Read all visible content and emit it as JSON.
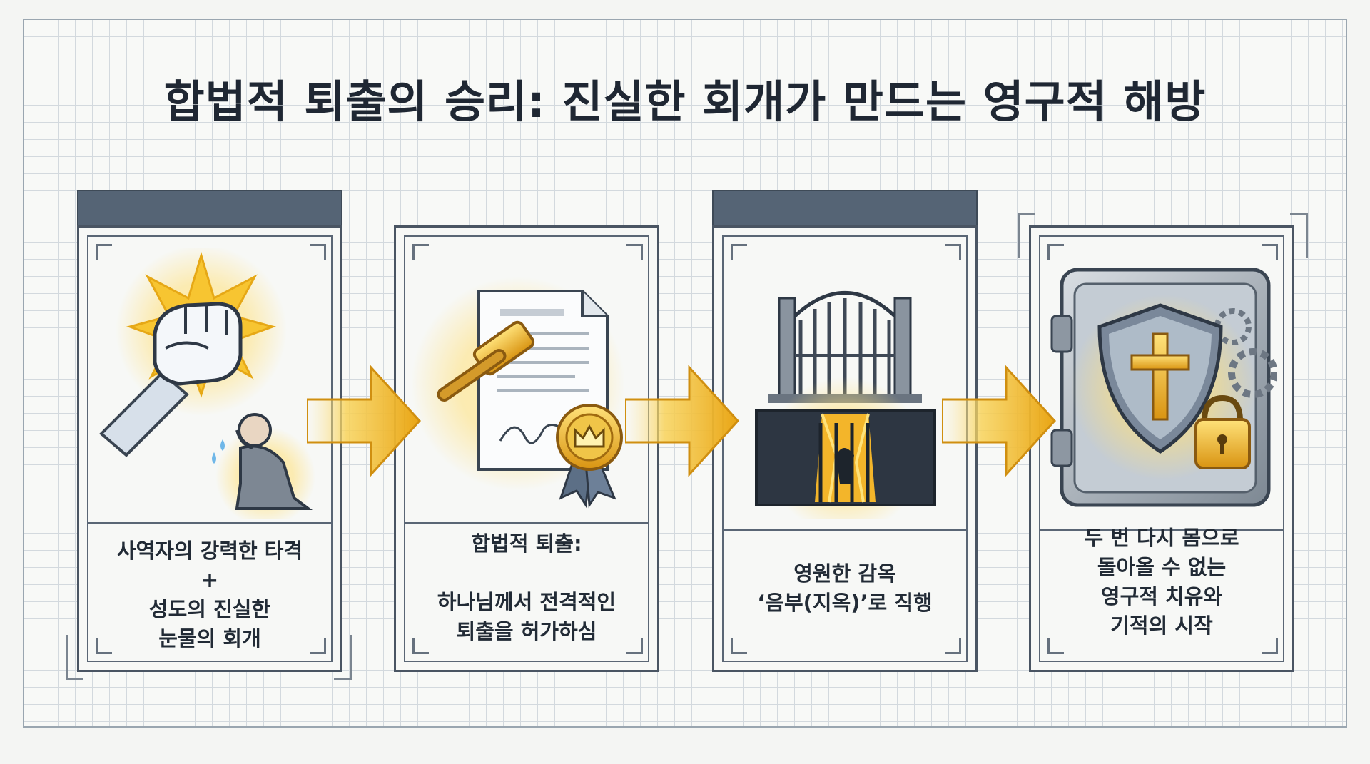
{
  "title": "합법적 퇴출의 승리: 진실한 회개가 만드는 영구적 해방",
  "steps": [
    {
      "caption_lines": [
        "사역자의 강력한 타격",
        "+",
        "성도의 진실한",
        "눈물의 회개"
      ],
      "icons": [
        "fist-impact-icon",
        "kneeling-crying-person-icon"
      ]
    },
    {
      "caption_lines": [
        "합법적 퇴출:",
        "",
        "하나님께서 전격적인",
        "퇴출을 허가하심"
      ],
      "icons": [
        "gavel-icon",
        "signed-document-icon",
        "crown-seal-icon"
      ]
    },
    {
      "caption_lines": [
        "영원한 감옥",
        "‘음부(지옥)’로 직행"
      ],
      "icons": [
        "iron-gate-icon",
        "prison-cell-icon"
      ]
    },
    {
      "caption_lines": [
        "두 번 다시 몸으로",
        "돌아올 수 없는",
        "영구적 치유와",
        "기적의 시작"
      ],
      "icons": [
        "vault-door-icon",
        "cross-shield-icon",
        "padlock-icon",
        "gear-icon"
      ]
    }
  ],
  "colors": {
    "accent_gold": "#f2b51f",
    "header_bar": "#556475",
    "text": "#1f2733"
  }
}
